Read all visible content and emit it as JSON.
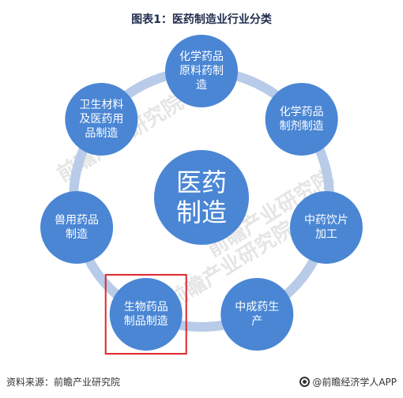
{
  "title": "图表1：医药制造业行业分类",
  "center": {
    "lines": [
      "医药",
      "制造"
    ]
  },
  "nodes": [
    {
      "lines": [
        "化学药品",
        "原料药制",
        "造"
      ]
    },
    {
      "lines": [
        "化学药品",
        "制剂制造"
      ]
    },
    {
      "lines": [
        "中药饮片",
        "加工"
      ]
    },
    {
      "lines": [
        "中成药生",
        "产"
      ]
    },
    {
      "lines": [
        "生物药品",
        "制品制造"
      ],
      "highlighted": true
    },
    {
      "lines": [
        "兽用药品",
        "制造"
      ]
    },
    {
      "lines": [
        "卫生材料",
        "及医药用",
        "品制造"
      ]
    }
  ],
  "watermark_text": "前瞻产业研究院",
  "colors": {
    "node_fill": "#4a86d4",
    "ring": "#b8cbe8",
    "highlight": "#e0262d",
    "title": "#1f2d4d"
  },
  "footer": {
    "source": "资料来源：前瞻产业研究院",
    "brand": "@前瞻经济学人APP",
    "brand_icon": "qianzhan-logo-icon"
  }
}
